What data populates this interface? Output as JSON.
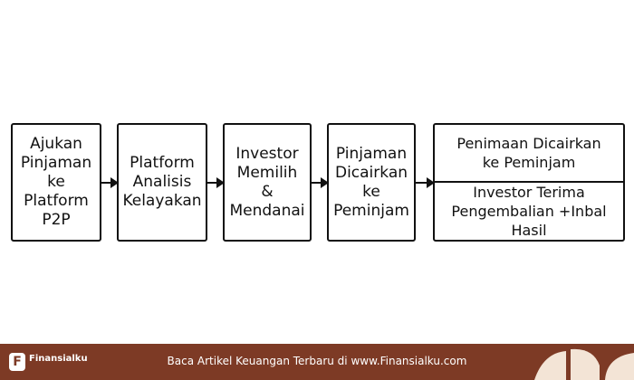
{
  "diagram": {
    "box1": {
      "line1": "Ajukan",
      "line2": "Pinjaman",
      "line3": "ke",
      "line4": "Platform",
      "line5": "P2P"
    },
    "box2": {
      "line1": "Platform",
      "line2": "Analisis",
      "line3": "Kelayakan"
    },
    "box3": {
      "line1": "Investor",
      "line2": "Memilih",
      "line3": "&",
      "line4": "Mendanai"
    },
    "box4": {
      "line1": "Pinjaman",
      "line2": "Dicairkan",
      "line3": "ke",
      "line4": "Peminjam"
    },
    "box5": {
      "top": {
        "line1": "Penimaan Dicairkan",
        "line2": "ke Peminjam"
      },
      "bottom": {
        "line1": "Investor Terima",
        "line2": "Pengembalian +Inbal Hasil"
      }
    }
  },
  "footer": {
    "logo_letter": "F",
    "logo_text": "Finansialku",
    "text": "Baca Artikel Keuangan Terbaru di www.Finansialku.com",
    "colors": {
      "background": "#7d3a25",
      "decoration": "#f3e4d6"
    }
  }
}
